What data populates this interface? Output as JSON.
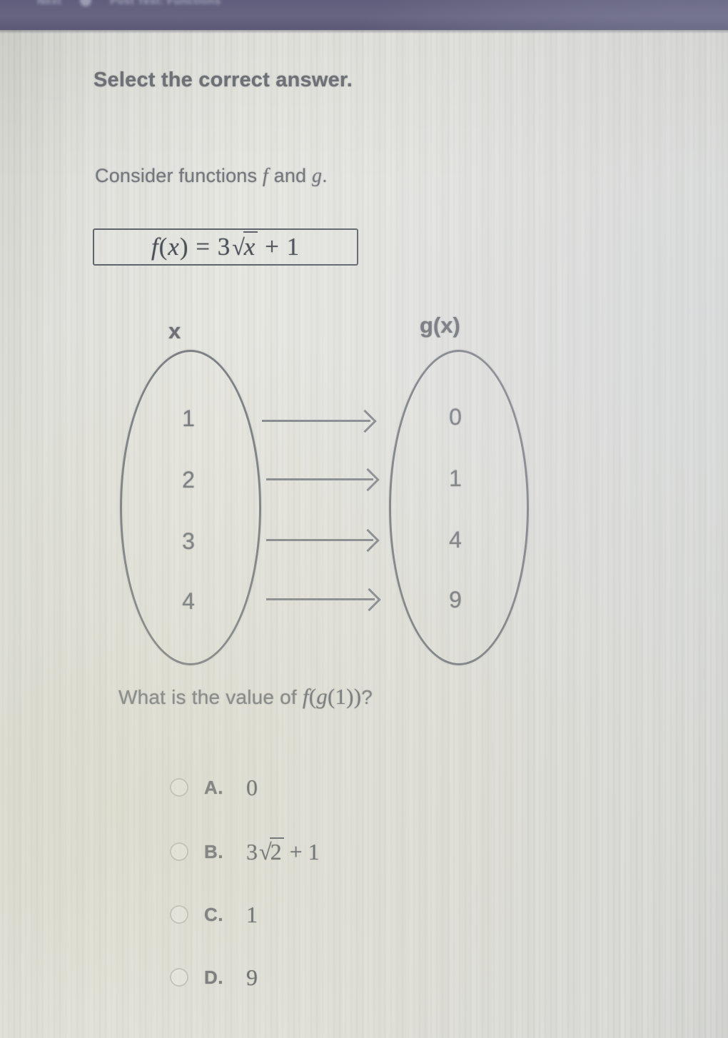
{
  "app_header": {
    "left_text": "Next",
    "right_text": "Post Test: Functions",
    "icon": "circle-icon",
    "background_color": "#63617f"
  },
  "page": {
    "background_color": "#e2e3dd",
    "instruction": "Select the correct answer.",
    "consider_prefix": "Consider functions ",
    "consider_f": "f",
    "consider_and": " and ",
    "consider_g": "g",
    "consider_period": "."
  },
  "formula": {
    "f_label": "f",
    "open_paren": "(",
    "variable": "x",
    "close_paren": ")",
    "equals": " = ",
    "coefficient": "3",
    "radical_sign": "√",
    "radicand": "x",
    "plus": " + ",
    "constant": "1",
    "full_text": "f(x) = 3√x + 1"
  },
  "mapping_diagram": {
    "left_set_label": "x",
    "right_set_label": "g(x)",
    "left_values": [
      "1",
      "2",
      "3",
      "4"
    ],
    "right_values": [
      "0",
      "1",
      "4",
      "9"
    ],
    "arrow_count": 4,
    "arrow_glyph": "right-arrow-icon"
  },
  "question": {
    "lead_text": "What is the value of ",
    "expression_f": "f",
    "expression_open": "(",
    "expression_g": "g",
    "expression_inner": "(1)",
    "expression_close": ")",
    "trailing": "?",
    "full_text": "What is the value of f(g(1))?"
  },
  "answers": {
    "selected": null,
    "options": [
      {
        "letter": "A.",
        "value_plain": "0",
        "kind": "plain",
        "coefficient": "",
        "radicand": "",
        "tail": ""
      },
      {
        "letter": "B.",
        "value_plain": "3√2 + 1",
        "kind": "radical",
        "coefficient": "3",
        "radicand": "2",
        "tail": " + 1"
      },
      {
        "letter": "C.",
        "value_plain": "1",
        "kind": "plain",
        "coefficient": "",
        "radicand": "",
        "tail": ""
      },
      {
        "letter": "D.",
        "value_plain": "9",
        "kind": "plain",
        "coefficient": "",
        "radicand": "",
        "tail": ""
      }
    ]
  }
}
